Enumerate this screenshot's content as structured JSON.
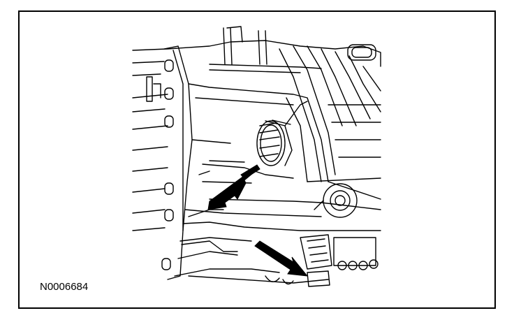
{
  "figure": {
    "id": "N0006684"
  },
  "style": {
    "stroke": "#000000",
    "fill": "#ffffff",
    "arrow": "#000000"
  },
  "callouts": [
    {
      "name": "seal-arrow",
      "points_to": "seal-ring"
    },
    {
      "name": "lower-arrow",
      "points_to": "lower-bracket"
    }
  ]
}
